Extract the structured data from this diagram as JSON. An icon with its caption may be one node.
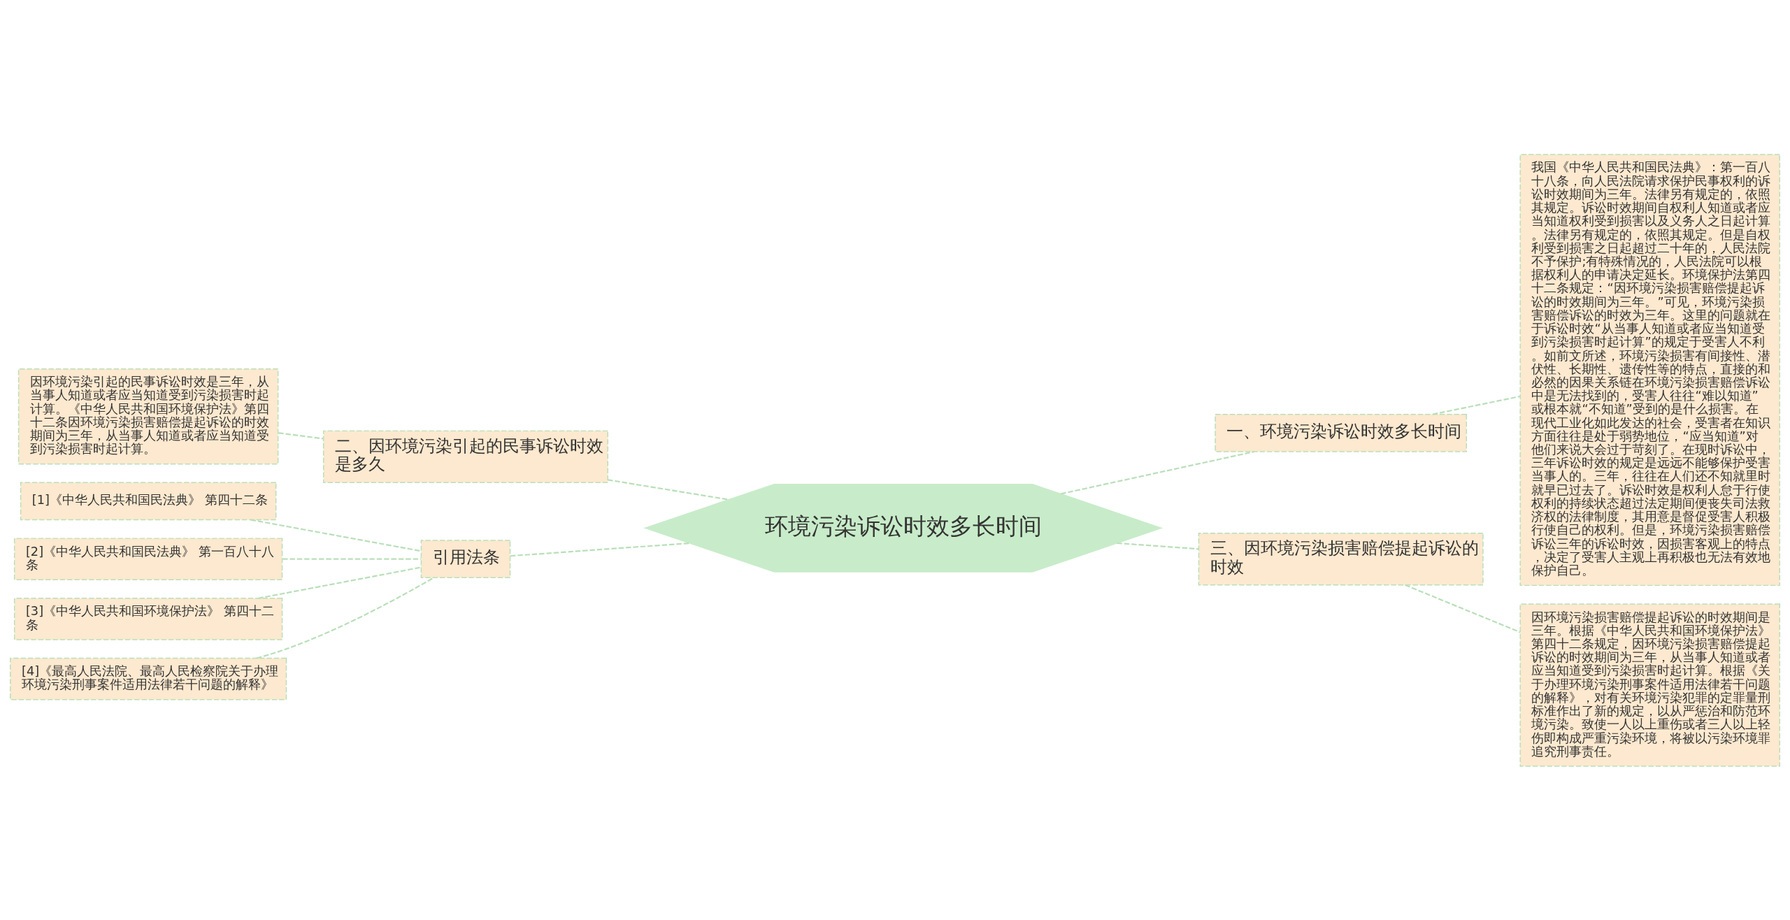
{
  "diagram": {
    "nodes": [
      {
        "text": [
          "环境污染诉讼时效多长时间"
        ]
      },
      {
        "text": [
          "一、环境污染诉讼时效多长时间"
        ]
      },
      {
        "text": [
          "我国《中华人民共和国民法典》：第一百八十八条，向人民法院请求保护民事权利的诉讼时效期间为三年。法律另有规定的，依照其规定。诉讼时效期间自权利人知道或者应当知道权利受到损害以及义务人之日起计算。法律另有规定的，依照其规定。但是自权利受到损害之日起超过二十年的，人民法院不予保护;有特殊情况的，人民法院可以根据权利人的申请决定延长。环境保护法第四十二条规定：“因环境污染损害赔偿提起诉讼的时效期间为三年。”可见，环境污染损害赔偿诉讼的时效为三年。这里的问题就在于诉讼时效“从当事人知道或者应当知道受到污染损害时起计算”的规定于受害人不利。如前文所述，环境污染损害有间接性、潜伏性、长期性、遗传性等的特点，直接的和必然的因果关系链在环境污染损害赔偿诉讼中是无法找到的，受害人往往“难以知道”或根本就“不知道”受到的是什么损害。在现代工业化如此发达的社会，受害者在知识方面往往是处于弱势地位，“应当知道”对他们来说大会过于苛刻了。在现时诉讼中，三年诉讼时效的规定是远远不能够保护受害当事人的。三年，往往在人们还不知就里时就早已过去了。诉讼时效是权利人怠于行使权利的持续状态超过法定期间便丧失司法救济权的法律制度，其用意是督促受害人积极行使自己的权利。但是，环境污染损害赔偿诉讼三年的诉讼时效，因损害客观上的特点，决定了受害人主观上再积极也无法有效地保护自己。"
        ]
      },
      {
        "text": [
          "三、因环境污染损害赔偿提起诉讼的时效"
        ]
      },
      {
        "text": [
          "因环境污染损害赔偿提起诉讼的时效期间是三年。根据《中华人民共和国环境保护法》第四十二条规定，因环境污染损害赔偿提起诉讼的时效期间为三年，从当事人知道或者应当知道受到污染损害时起计算。根据《关于办理环境污染刑事案件适用法律若干问题的解释》，对有关环境污染犯罪的定罪量刑标准作出了新的规定，以从严惩治和防范环境污染。致使一人以上重伤或者三人以上轻伤即构成严重污染环境，将被以污染环境罪追究刑事责任。"
        ]
      },
      {
        "text": [
          "二、因环境污染引起的民事诉讼时效是多久"
        ]
      },
      {
        "text": [
          "因环境污染引起的民事诉讼时效是三年，从当事人知道或者应当知道受到污染损害时起计算。《中华人民共和国环境保护法》第四十二条因环境污染损害赔偿提起诉讼的时效期间为三年，从当事人知道或者应当知道受到污染损害时起计算。"
        ]
      },
      {
        "text": [
          "引用法条"
        ]
      },
      {
        "text": [
          "[1]《中华人民共和国民法典》 第四十二条"
        ]
      },
      {
        "text": [
          "[2]《中华人民共和国民法典》 第一百八十八条"
        ]
      },
      {
        "text": [
          "[3]《中华人民共和国环境保护法》 第四十二条"
        ]
      },
      {
        "text": [
          "[4]《最高人民法院、最高人民检察院关于办理环境污染刑事案件适用法律若干问题的解释》"
        ]
      }
    ],
    "edges": [
      {
        "from": 0,
        "to": 1,
        "arrow": "none"
      },
      {
        "from": 1,
        "to": 2,
        "arrow": "none"
      },
      {
        "from": 0,
        "to": 3,
        "arrow": "none"
      },
      {
        "from": 3,
        "to": 4,
        "arrow": "none"
      },
      {
        "from": 0,
        "to": 5,
        "arrow": "none"
      },
      {
        "from": 5,
        "to": 6,
        "arrow": "none"
      },
      {
        "from": 0,
        "to": 7,
        "arrow": "none"
      },
      {
        "from": 7,
        "to": 8,
        "arrow": "none"
      },
      {
        "from": 7,
        "to": 9,
        "arrow": "none"
      },
      {
        "from": 7,
        "to": 10,
        "arrow": "none"
      },
      {
        "from": 7,
        "to": 11,
        "arrow": "none"
      }
    ]
  }
}
